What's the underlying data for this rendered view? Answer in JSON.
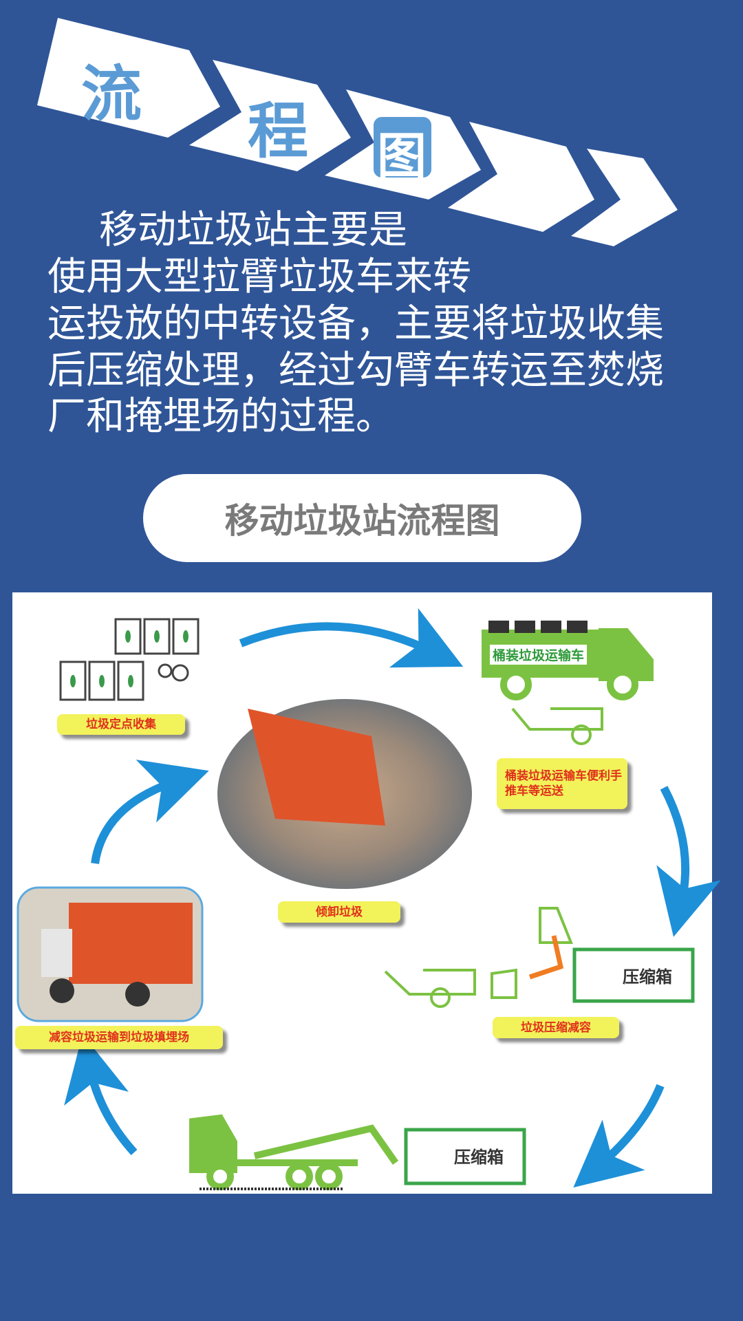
{
  "banner": {
    "chars": [
      "流",
      "程",
      "图"
    ]
  },
  "intro": {
    "lines": [
      "移动垃圾站主要是",
      "使用大型拉臂垃圾车来转",
      "运投放的中转设备，主要将垃圾收集",
      "后压缩处理，经过勾臂车转运至焚烧",
      "厂和掩埋场的过程。"
    ]
  },
  "section_title": "移动垃圾站流程图",
  "diagram": {
    "labels": {
      "collect": "垃圾定点收集",
      "truck_sign": "桶装垃圾运输车",
      "transport": "桶装垃圾运输车便利手推车等运送",
      "dump": "倾卸垃圾",
      "compress": "垃圾压缩减容",
      "landfill": "减容垃圾运输到垃圾填埋场",
      "box1": "压缩箱",
      "box2": "压缩箱"
    }
  },
  "colors": {
    "background": "#2f5597",
    "accent": "#5b9bd5",
    "green": "#7cc242",
    "arrow": "#1e90d8",
    "tag": "#f2f25a"
  }
}
